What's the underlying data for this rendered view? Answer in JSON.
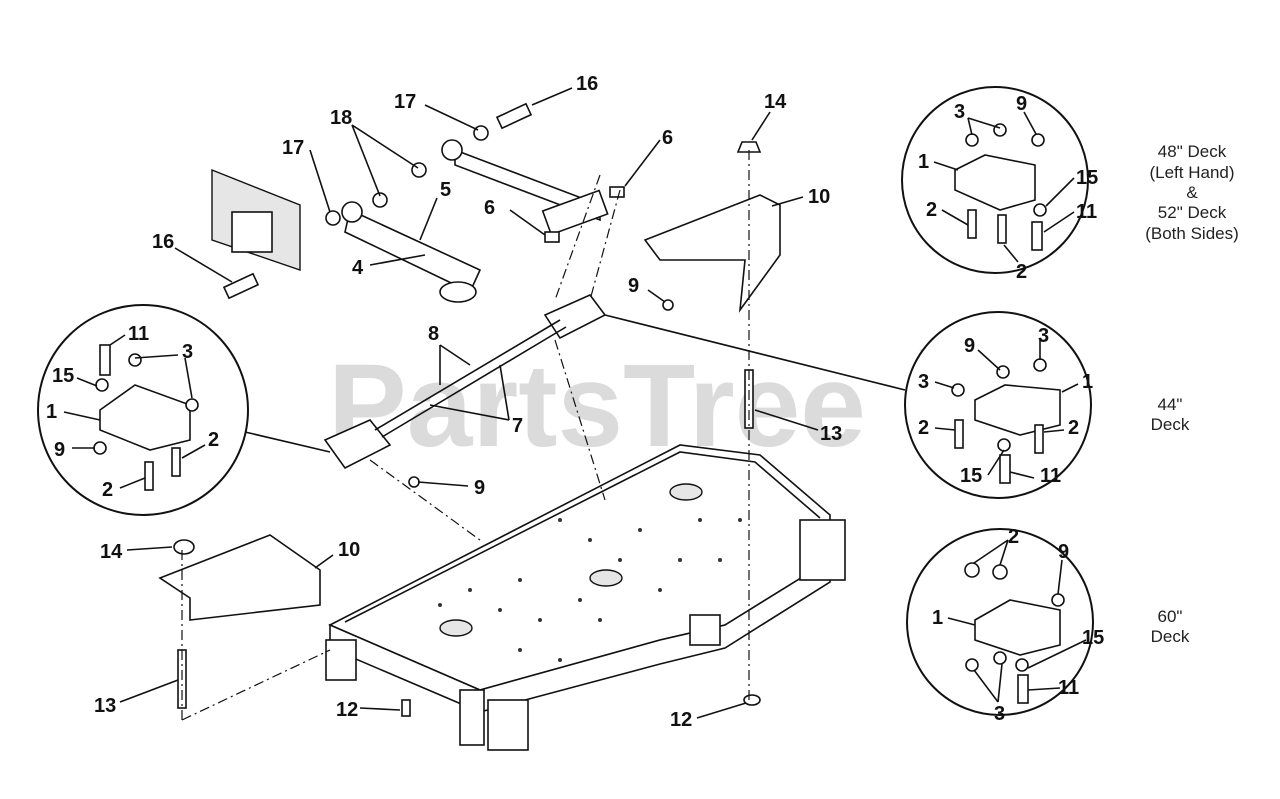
{
  "watermark": {
    "text": "PartsTree",
    "trademark": "™"
  },
  "captions": {
    "deck_48_52": [
      "48\" Deck",
      "(Left Hand)",
      "&",
      "52\" Deck",
      "(Both Sides)"
    ],
    "deck_44": [
      "44\"",
      "Deck"
    ],
    "deck_60": [
      "60\"",
      "Deck"
    ]
  },
  "callouts": {
    "c16a": "16",
    "c17a": "17",
    "c18": "18",
    "c17b": "17",
    "c5": "5",
    "c6a": "6",
    "c6b": "6",
    "c16b": "16",
    "c4": "4",
    "c14a": "14",
    "c10a": "10",
    "c9a": "9",
    "c8": "8",
    "c7": "7",
    "c13a": "13",
    "c9b": "9",
    "c14b": "14",
    "c10b": "10",
    "c13b": "13",
    "c12a": "12",
    "c12b": "12",
    "L11": "11",
    "L15": "15",
    "L3": "3",
    "L1": "1",
    "L2a": "2",
    "L9": "9",
    "L2b": "2",
    "A3": "3",
    "A9": "9",
    "A1": "1",
    "A15": "15",
    "A2a": "2",
    "A11": "11",
    "A2b": "2",
    "B9": "9",
    "B3a": "3",
    "B3b": "3",
    "B1": "1",
    "B2a": "2",
    "B2b": "2",
    "B15": "15",
    "B11": "11",
    "C2": "2",
    "C9": "9",
    "C1": "1",
    "C15": "15",
    "C11": "11",
    "C3": "3"
  }
}
